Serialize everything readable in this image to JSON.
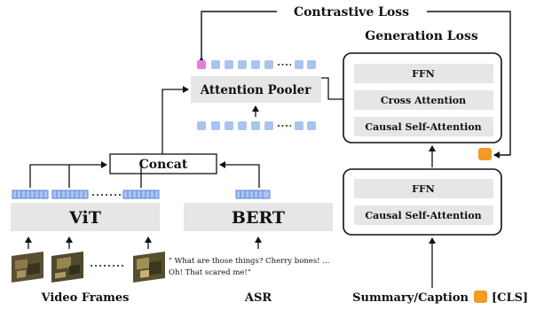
{
  "labels": {
    "contrastive_loss": "Contrastive Loss",
    "generation_loss": "Generation Loss",
    "attention_pooler": "Attention Pooler",
    "concat": "Concat",
    "vit": "ViT",
    "bert": "BERT",
    "ffn_top": "FFN",
    "cross_attention": "Cross Attention",
    "causal_self_attention_top": "Causal Self-Attention",
    "ffn_bottom": "FFN",
    "causal_self_attention_bottom": "Causal Self-Attention",
    "asr_line1": "\" What are those things? Cherry bones! ...",
    "asr_line2": "Oh! That scared me!\"",
    "video_frames": "Video Frames",
    "asr": "ASR",
    "summary_caption": "Summary/Caption",
    "cls": "[CLS]"
  },
  "colors": {
    "pink_token": "#e879e0",
    "blue_token": "#aac4f2",
    "orange_cls": "#f59a23",
    "box_gray": "#e6e6e6",
    "embed_blue": "#5b86d6"
  }
}
